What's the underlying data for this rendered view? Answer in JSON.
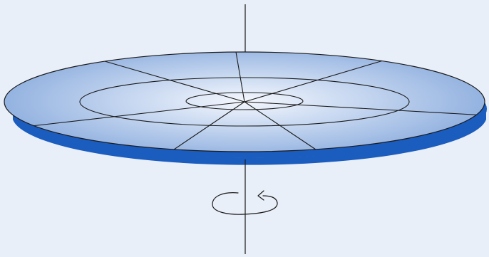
{
  "figure": {
    "subject": "rotating-disc-on-axis",
    "background_color": "#e9eff8",
    "disc_center_color": "#f4f7fd",
    "disc_edge_color": "#93b2e0",
    "disc_rim_color": "#1b5cbf",
    "line_color": "#1a1a1a",
    "radial_line_count": 8,
    "concentric_ring_count": 2,
    "rotation_icon": "counter-clockwise-arrow-icon"
  }
}
